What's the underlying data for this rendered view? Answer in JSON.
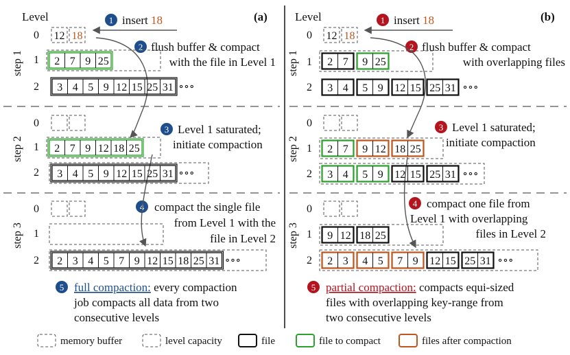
{
  "colors": {
    "blue": "#1f4e8c",
    "red": "#b4141e",
    "orange": "#c0561e",
    "green": "#2ca02c",
    "black": "#111111",
    "gray": "#555555"
  },
  "panels": [
    {
      "tag": "(a)",
      "level_header": "Level",
      "insert_value": "18",
      "steps": [
        "step 1",
        "step 2",
        "step 3"
      ],
      "annotations": [
        {
          "num": "1",
          "lines": [
            "insert"
          ]
        },
        {
          "num": "2",
          "lines": [
            "flush buffer & compact",
            "with the file in Level 1"
          ]
        },
        {
          "num": "3",
          "lines": [
            "Level 1 saturated;",
            "initiate compaction"
          ]
        },
        {
          "num": "4",
          "lines": [
            "compact the single file",
            "from Level 1 with the",
            "file in Level 2"
          ]
        },
        {
          "num": "5",
          "lines": [
            "full compaction:",
            "every compaction",
            "job compacts all data from two",
            "consecutive levels"
          ]
        }
      ],
      "rows": {
        "s1_l0": [
          "12",
          "18"
        ],
        "s1_l1": [
          "2",
          "7",
          "9",
          "25"
        ],
        "s1_l2": [
          "3",
          "4",
          "5",
          "9",
          "12",
          "15",
          "25",
          "31"
        ],
        "s2_l1": [
          "2",
          "7",
          "9",
          "12",
          "18",
          "25"
        ],
        "s2_l2": [
          "3",
          "4",
          "5",
          "9",
          "12",
          "15",
          "25",
          "31"
        ],
        "s3_l2": [
          "2",
          "3",
          "4",
          "5",
          "7",
          "9",
          "12",
          "15",
          "18",
          "25",
          "31"
        ]
      }
    },
    {
      "tag": "(b)",
      "level_header": "Level",
      "insert_value": "18",
      "steps": [
        "step 1",
        "step 2",
        "step 3"
      ],
      "annotations": [
        {
          "num": "1",
          "lines": [
            "insert"
          ]
        },
        {
          "num": "2",
          "lines": [
            "flush buffer & compact",
            "with overlapping files"
          ]
        },
        {
          "num": "3",
          "lines": [
            "Level 1 saturated;",
            "initiate compaction"
          ]
        },
        {
          "num": "4",
          "lines": [
            "compact one file from",
            "Level 1 with overlapping",
            "files in Level 2"
          ]
        },
        {
          "num": "5",
          "lines": [
            "partial compaction:",
            "compacts equi-sized",
            "files with overlapping key-range from",
            "two consecutive levels"
          ]
        }
      ],
      "rows": {
        "s1_l0": [
          "12",
          "18"
        ],
        "s1_l1": [
          [
            "2",
            "7"
          ],
          [
            "9",
            "25"
          ]
        ],
        "s1_l2": [
          [
            "3",
            "4"
          ],
          [
            "5",
            "9"
          ],
          [
            "12",
            "15"
          ],
          [
            "25",
            "31"
          ]
        ],
        "s2_l1": [
          [
            "2",
            "7"
          ],
          [
            "9",
            "12"
          ],
          [
            "18",
            "25"
          ]
        ],
        "s2_l2": [
          [
            "3",
            "4"
          ],
          [
            "5",
            "9"
          ],
          [
            "12",
            "15"
          ],
          [
            "25",
            "31"
          ]
        ],
        "s3_l1": [
          [
            "9",
            "12"
          ],
          [
            "18",
            "25"
          ]
        ],
        "s3_l2": [
          [
            "2",
            "3"
          ],
          [
            "4",
            "5"
          ],
          [
            "7",
            "9"
          ],
          [
            "12",
            "15"
          ],
          [
            "25",
            "31"
          ]
        ]
      }
    }
  ],
  "ellipsis": "∘∘∘",
  "legend": [
    {
      "kind": "buffer",
      "label": "memory buffer"
    },
    {
      "kind": "capacity",
      "label": "level capacity"
    },
    {
      "kind": "file",
      "label": "file"
    },
    {
      "kind": "compact",
      "label": "file to compact"
    },
    {
      "kind": "after",
      "label": "files after compaction"
    }
  ]
}
